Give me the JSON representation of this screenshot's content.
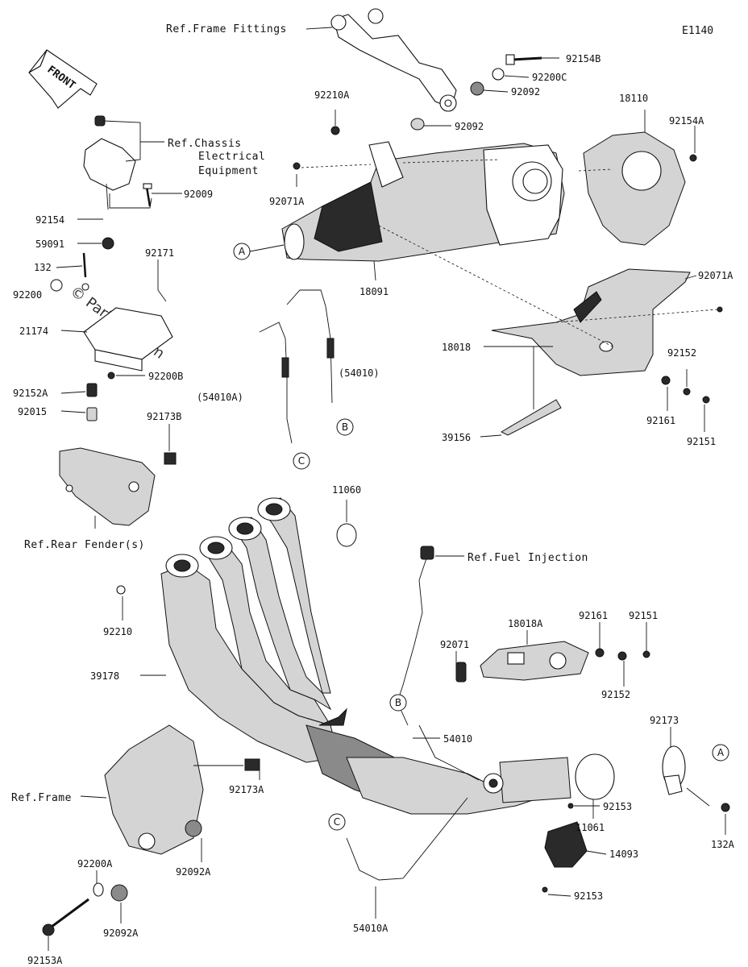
{
  "diagram_code": "E1140",
  "front_label": "FRONT",
  "watermark": "© Partzilla.com",
  "references": [
    {
      "id": "frame_fittings",
      "text": "Ref.Frame Fittings"
    },
    {
      "id": "chassis_1",
      "text": "Ref.Chassis"
    },
    {
      "id": "chassis_2",
      "text": "Electrical"
    },
    {
      "id": "chassis_3",
      "text": "Equipment"
    },
    {
      "id": "rear_fender",
      "text": "Ref.Rear Fender(s)"
    },
    {
      "id": "fuel_injection",
      "text": "Ref.Fuel Injection"
    },
    {
      "id": "frame",
      "text": "Ref.Frame"
    }
  ],
  "parts": [
    "92154B",
    "92200C",
    "92092",
    "92210A",
    "92092",
    "18110",
    "92154A",
    "92009",
    "92071A",
    "92154",
    "59091",
    "92171",
    "132",
    "92200",
    "18091",
    "92071A",
    "21174",
    "92200B",
    "18018",
    "92152",
    "54010",
    "92152A",
    "54010A",
    "92161",
    "92151",
    "92015",
    "92173B",
    "39156",
    "11060",
    "92210",
    "18018A",
    "92161",
    "92151",
    "92071",
    "39178",
    "92152",
    "92173",
    "54010",
    "11061",
    "132A",
    "92173A",
    "92200A",
    "92092A",
    "92153",
    "14093",
    "92092A",
    "54010A",
    "92153A",
    "92153"
  ],
  "callouts": [
    "A",
    "B",
    "C",
    "A",
    "B",
    "C"
  ]
}
